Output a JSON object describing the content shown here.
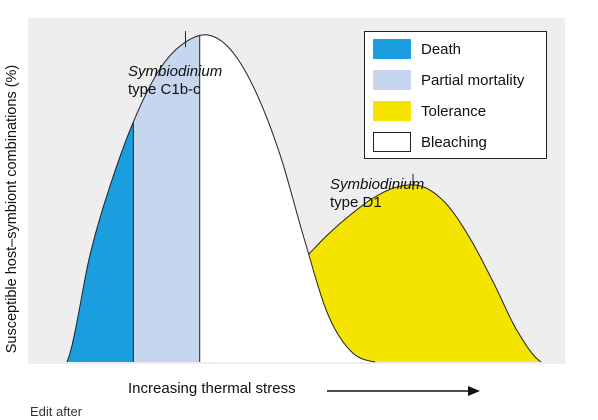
{
  "chart_data": {
    "type": "area",
    "title": "",
    "ylabel": "Susceptible host–symbiont combinations (%)",
    "xlabel": "Increasing thermal stress",
    "ylim": [
      0,
      100
    ],
    "xlim": [
      0,
      100
    ],
    "grid": false,
    "legend_position": "top-right",
    "legend": [
      {
        "key": "death",
        "label": "Death",
        "color": "#1a9ee0"
      },
      {
        "key": "partial",
        "label": "Partial mortality",
        "color": "#c5d6ee"
      },
      {
        "key": "tolerance",
        "label": "Tolerance",
        "color": "#f5e400"
      },
      {
        "key": "bleaching",
        "label": "Bleaching",
        "color": "#ffffff"
      }
    ],
    "series": [
      {
        "name": "Symbiodinium type C1b-c",
        "species": "Symbiodinium",
        "type_label": "type C1b-c",
        "x": [
          0,
          5,
          10,
          15,
          20,
          25,
          30,
          35,
          40,
          45,
          50,
          55,
          60,
          65
        ],
        "y": [
          0,
          32,
          55,
          73,
          86,
          93,
          95,
          90,
          78,
          60,
          36,
          14,
          3,
          0
        ],
        "peak": [
          25,
          95
        ],
        "bands": [
          {
            "category": "death",
            "from": 0,
            "to": 14
          },
          {
            "category": "partial",
            "from": 14,
            "to": 28
          },
          {
            "category": "bleaching",
            "from": 28,
            "to": 65
          }
        ]
      },
      {
        "name": "Symbiodinium type D1",
        "species": "Symbiodinium",
        "type_label": "type D1",
        "x": [
          30,
          35,
          40,
          45,
          50,
          55,
          60,
          65,
          70,
          75,
          80,
          85,
          90,
          95,
          100
        ],
        "y": [
          0,
          8,
          16,
          24,
          30,
          37,
          43,
          48,
          51,
          51,
          46,
          36,
          23,
          9,
          0
        ],
        "peak": [
          73,
          52
        ],
        "bands": [
          {
            "category": "partial",
            "from": 30,
            "to": 40
          },
          {
            "category": "bleaching",
            "from": 40,
            "to": 45
          },
          {
            "category": "tolerance",
            "from": 45,
            "to": 100
          }
        ]
      }
    ]
  },
  "caption": "Edit after"
}
